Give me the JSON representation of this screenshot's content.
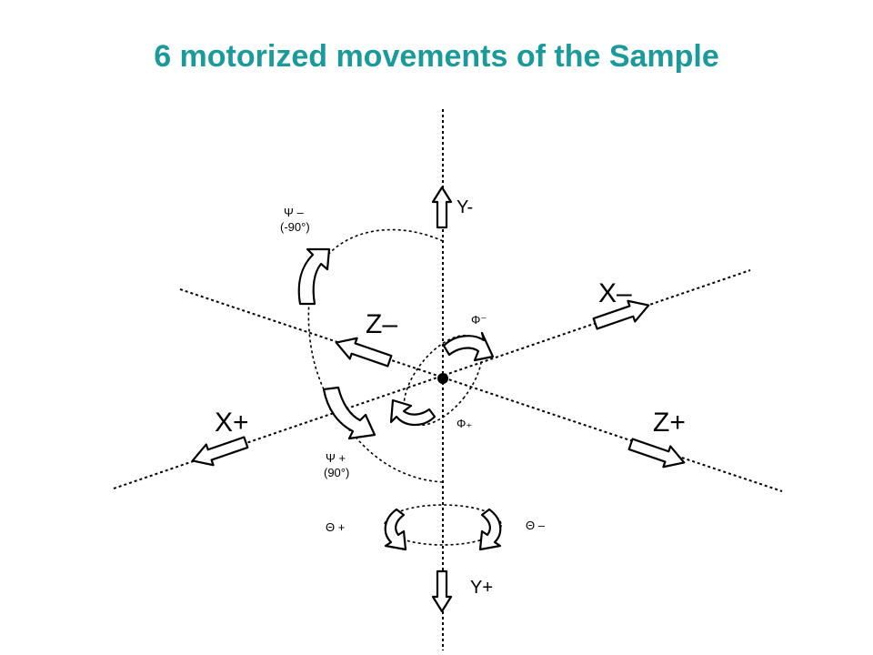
{
  "slide": {
    "title": "6 motorized movements of the Sample",
    "title_color": "#1a9a9a"
  },
  "diagram": {
    "labels": {
      "y_minus": "Y-",
      "y_plus": "Y+",
      "x_minus": "X–",
      "x_plus": "X+",
      "z_minus": "Z–",
      "z_plus": "Z+",
      "phi_minus": "Φ⁻",
      "phi_plus": "Φ₊",
      "psi_minus": "Ψ –",
      "psi_minus_angle": "(-90°)",
      "psi_plus": "Ψ +",
      "psi_plus_angle": "(90°)",
      "theta_plus": "Θ +",
      "theta_minus": "Θ –"
    },
    "icons": {
      "translation_arrow": "hollow-block-arrow",
      "rotation_arrow": "hollow-curved-arrow"
    }
  }
}
